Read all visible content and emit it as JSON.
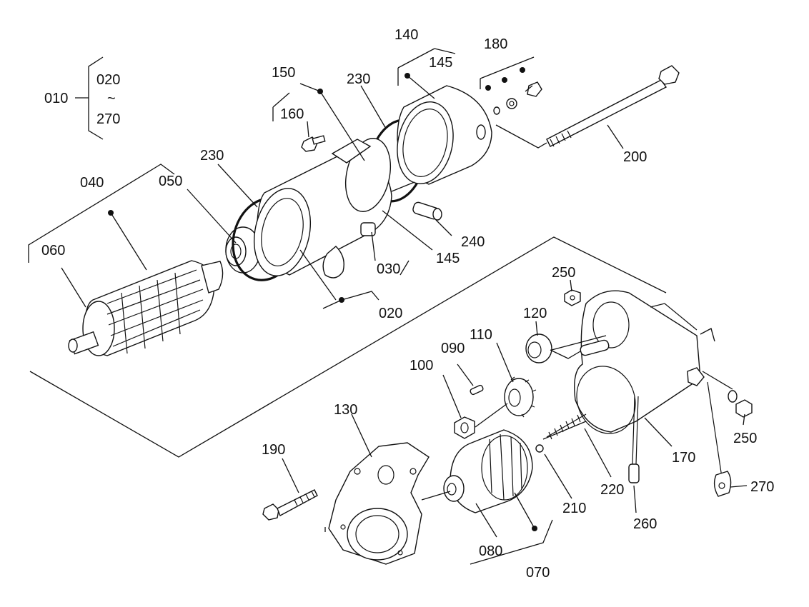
{
  "callouts": {
    "c010": "010",
    "c020a": "020",
    "tilde": "~",
    "c270a": "270",
    "c040": "040",
    "c050": "050",
    "c060": "060",
    "c230a": "230",
    "c230b": "230",
    "c150": "150",
    "c160": "160",
    "c140": "140",
    "c145a": "145",
    "c145b": "145",
    "c180": "180",
    "c200": "200",
    "c240": "240",
    "c030": "030",
    "c020b": "020",
    "c250a": "250",
    "c250b": "250",
    "c120": "120",
    "c110": "110",
    "c090": "090",
    "c100": "100",
    "c130": "130",
    "c190": "190",
    "c170": "170",
    "c220": "220",
    "c210": "210",
    "c260": "260",
    "c270b": "270",
    "c080": "080",
    "c070": "070"
  }
}
